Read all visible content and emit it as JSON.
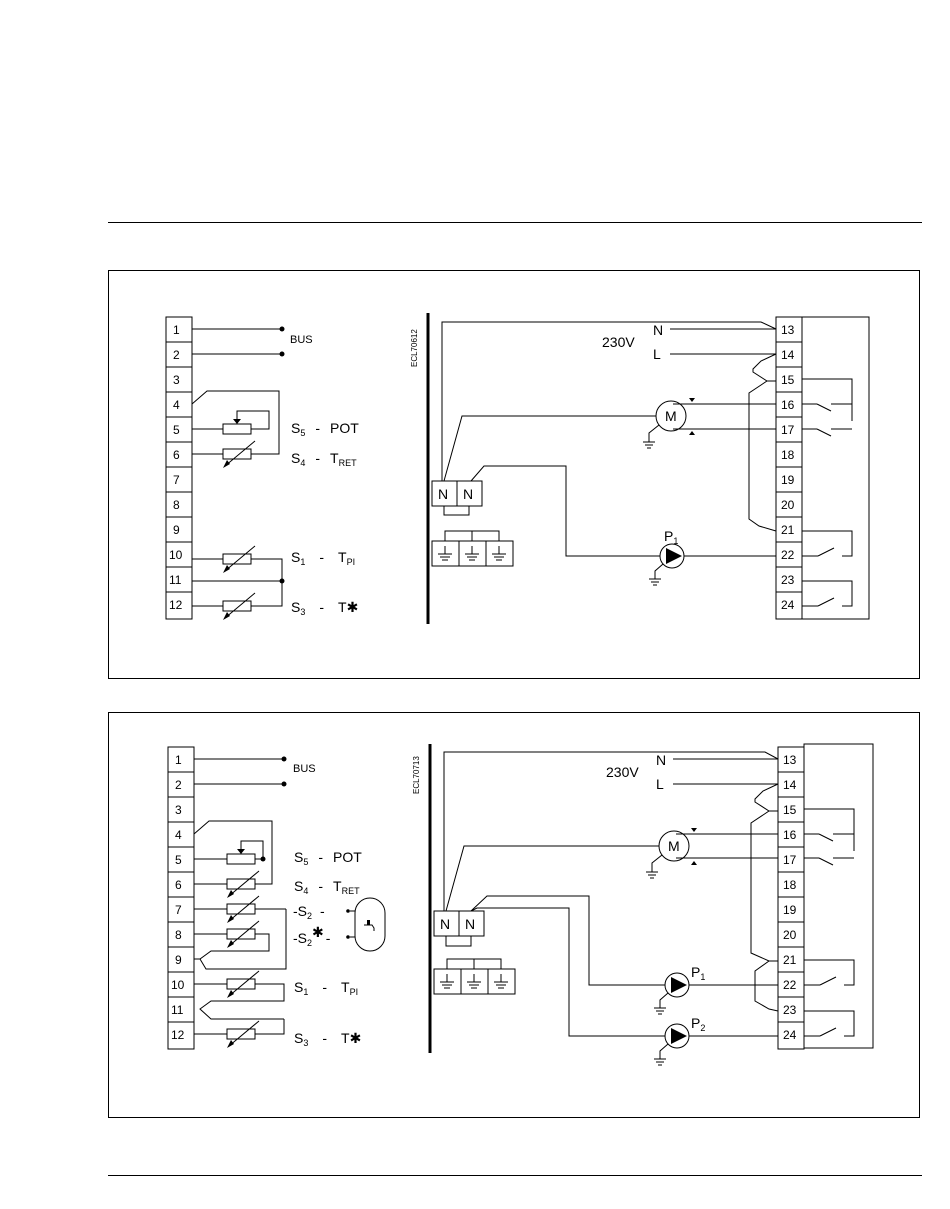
{
  "diagrams": [
    {
      "code": "ECL70612",
      "bus_label": "BUS",
      "voltage_label": "230V",
      "neutral_label": "N",
      "live_label": "L",
      "motor_label": "M",
      "relay_label": "N",
      "pumps": [
        {
          "label": "P",
          "sub": "1"
        }
      ],
      "left_terminals": [
        "1",
        "2",
        "3",
        "4",
        "5",
        "6",
        "7",
        "8",
        "9",
        "10",
        "11",
        "12"
      ],
      "right_terminals": [
        "13",
        "14",
        "15",
        "16",
        "17",
        "18",
        "19",
        "20",
        "21",
        "22",
        "23",
        "24"
      ],
      "sensors": [
        {
          "prefix": "S",
          "sub": "5",
          "sep": "-",
          "name": "POT",
          "name_sub": ""
        },
        {
          "prefix": "S",
          "sub": "4",
          "sep": "-",
          "name": "T",
          "name_sub": "RET"
        },
        {
          "prefix": "S",
          "sub": "1",
          "sep": "-",
          "name": "T",
          "name_sub": "PI"
        },
        {
          "prefix": "S",
          "sub": "3",
          "sep": "-",
          "name": "T",
          "name_sub": "✱"
        }
      ]
    },
    {
      "code": "ECL70713",
      "bus_label": "BUS",
      "voltage_label": "230V",
      "neutral_label": "N",
      "live_label": "L",
      "motor_label": "M",
      "relay_label": "N",
      "pumps": [
        {
          "label": "P",
          "sub": "1"
        },
        {
          "label": "P",
          "sub": "2"
        }
      ],
      "left_terminals": [
        "1",
        "2",
        "3",
        "4",
        "5",
        "6",
        "7",
        "8",
        "9",
        "10",
        "11",
        "12"
      ],
      "right_terminals": [
        "13",
        "14",
        "15",
        "16",
        "17",
        "18",
        "19",
        "20",
        "21",
        "22",
        "23",
        "24"
      ],
      "sensors": [
        {
          "prefix": "S",
          "sub": "5",
          "sep": "-",
          "name": "POT",
          "name_sub": ""
        },
        {
          "prefix": "S",
          "sub": "4",
          "sep": "-",
          "name": "T",
          "name_sub": "RET"
        },
        {
          "prefix": "-S",
          "sub": "2",
          "sep": "-",
          "name": "",
          "name_sub": ""
        },
        {
          "prefix": "-S",
          "sub": "2",
          "sep": "-",
          "name": "✱",
          "name_sub": ""
        },
        {
          "prefix": "S",
          "sub": "1",
          "sep": "-",
          "name": "T",
          "name_sub": "PI"
        },
        {
          "prefix": "S",
          "sub": "3",
          "sep": "-",
          "name": "T",
          "name_sub": "✱"
        }
      ]
    }
  ]
}
